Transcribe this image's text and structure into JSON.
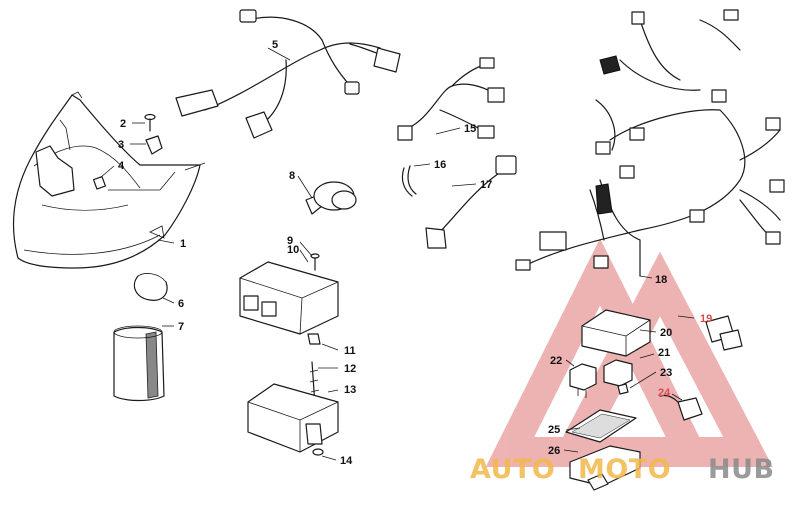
{
  "callouts": [
    {
      "id": "1",
      "highlight": false
    },
    {
      "id": "2",
      "highlight": false
    },
    {
      "id": "3",
      "highlight": false
    },
    {
      "id": "4",
      "highlight": false
    },
    {
      "id": "5",
      "highlight": false
    },
    {
      "id": "6",
      "highlight": false
    },
    {
      "id": "7",
      "highlight": false
    },
    {
      "id": "8",
      "highlight": false
    },
    {
      "id": "9",
      "highlight": false
    },
    {
      "id": "10",
      "highlight": false
    },
    {
      "id": "11",
      "highlight": false
    },
    {
      "id": "12",
      "highlight": false
    },
    {
      "id": "13",
      "highlight": false
    },
    {
      "id": "14",
      "highlight": false
    },
    {
      "id": "15",
      "highlight": false
    },
    {
      "id": "16",
      "highlight": false
    },
    {
      "id": "17",
      "highlight": false
    },
    {
      "id": "18",
      "highlight": false
    },
    {
      "id": "19",
      "highlight": true
    },
    {
      "id": "20",
      "highlight": false
    },
    {
      "id": "21",
      "highlight": false
    },
    {
      "id": "22",
      "highlight": false
    },
    {
      "id": "23",
      "highlight": false
    },
    {
      "id": "24",
      "highlight": true
    },
    {
      "id": "25",
      "highlight": false
    },
    {
      "id": "26",
      "highlight": false
    }
  ],
  "watermark": {
    "part1": "AUTO",
    "part2": "MOTO",
    "part3": "HUB",
    "color_auto": "#f2b84a",
    "color_moto": "#f2b84a",
    "color_hub": "#8a8a8a",
    "logo_color": "#e05a5a"
  }
}
